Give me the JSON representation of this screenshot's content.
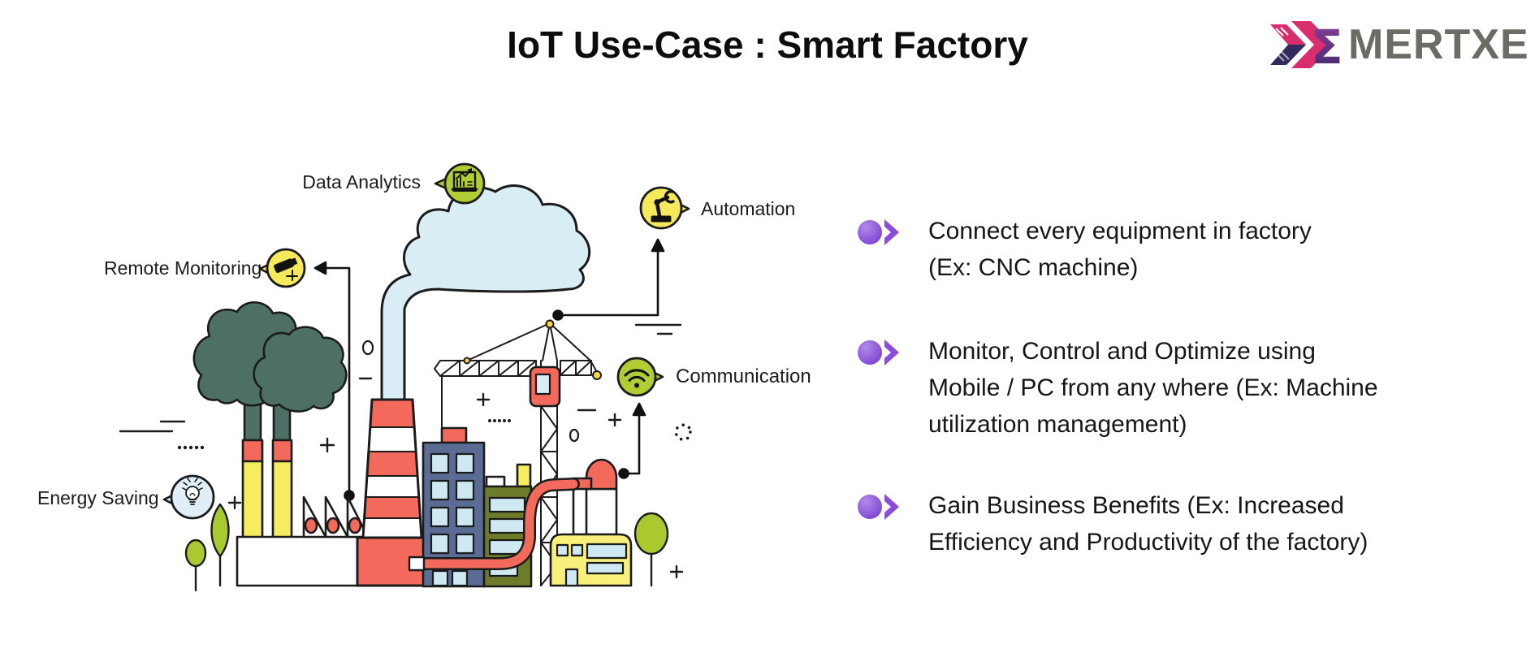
{
  "title": "IoT Use-Case : Smart Factory",
  "logo": {
    "name": "MERTXE"
  },
  "callouts": [
    {
      "id": "data-analytics",
      "label": "Data Analytics",
      "icon": "laptop-chart-icon",
      "circle_color": "#b2cc33"
    },
    {
      "id": "automation",
      "label": "Automation",
      "icon": "robot-arm-icon",
      "circle_color": "#f6e95a"
    },
    {
      "id": "remote-monitoring",
      "label": "Remote Monitoring",
      "icon": "cctv-camera-icon",
      "circle_color": "#f6e95a"
    },
    {
      "id": "communication",
      "label": "Communication",
      "icon": "wifi-icon",
      "circle_color": "#b2cc33"
    },
    {
      "id": "energy-saving",
      "label": "Energy Saving",
      "icon": "light-bulb-icon",
      "circle_color": "#dfeef7"
    }
  ],
  "bullets": [
    {
      "text": "Connect every equipment in factory\n(Ex: CNC machine)"
    },
    {
      "text": "Monitor, Control and Optimize using\nMobile / PC from any where (Ex: Machine\nutilization management)"
    },
    {
      "text": "Gain Business Benefits (Ex: Increased\nEfficiency and Productivity of the factory)"
    }
  ],
  "colors": {
    "bullet_purple": "#8b4be0",
    "callout_green": "#b2cc33",
    "callout_yellow": "#f6e95a",
    "callout_light_blue": "#dfeef7",
    "salmon_red": "#f3695c",
    "chimney_yellow": "#f6ec5f",
    "smoke_blue": "#d9edf4",
    "tree_teal": "#4e6f66",
    "building_blue": "#5a6c94",
    "building_olive": "#6d7c2b",
    "leaf_green": "#a9c92e",
    "logo_gray": "#6b6c66",
    "logo_pink": "#d92d6e",
    "logo_purple": "#5c2b8a",
    "logo_navy": "#352a60"
  }
}
